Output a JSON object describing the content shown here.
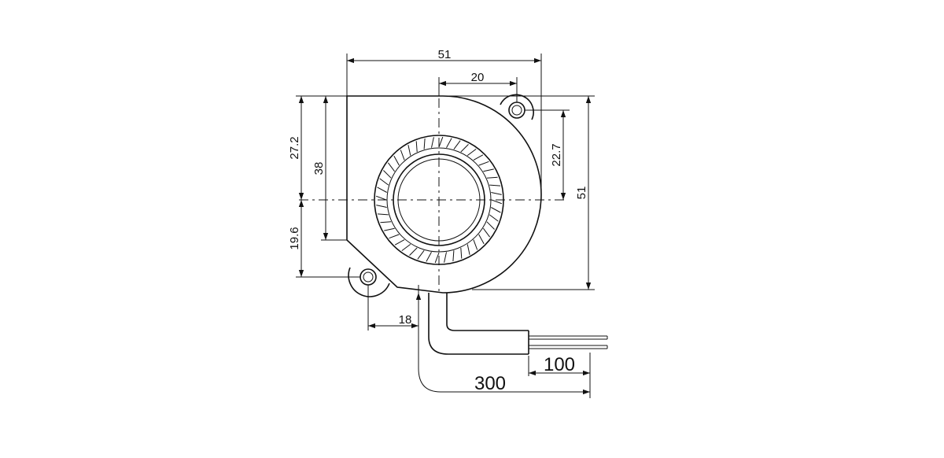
{
  "dimensions": {
    "overall_width": "51",
    "hub_to_hole": "20",
    "overall_height": "51",
    "hole_to_center": "22.7",
    "top_to_center": "27.2",
    "outlet_height": "38",
    "center_to_hole": "19.6",
    "hole_to_hub": "18",
    "lead_length": "300",
    "strip_length": "100"
  },
  "colors": {
    "line": "#111111",
    "background": "#ffffff"
  }
}
